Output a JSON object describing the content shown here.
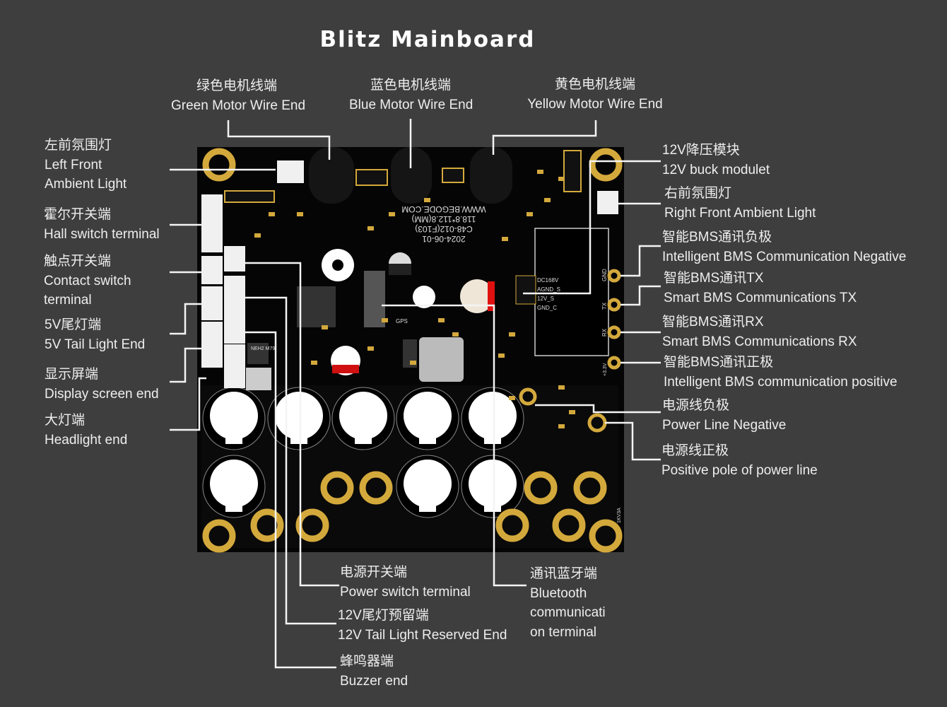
{
  "title": "Blitz Mainboard",
  "board": {
    "silkscreen": [
      "WWW.BEGODE.COM",
      "118.8*112.8(MM)",
      "C48-012(F103)",
      "2024-06-01"
    ],
    "pins": [
      "DC168V",
      "AGND_S",
      "12V_S",
      "GND_C"
    ],
    "pads": [
      "GND",
      "TX",
      "RX",
      "+3.3V"
    ],
    "misc": [
      "GPS",
      "NEH2 M79",
      "1KV3A"
    ]
  },
  "labels": {
    "top": [
      {
        "zh": "绿色电机线端",
        "en": "Green Motor Wire End"
      },
      {
        "zh": "蓝色电机线端",
        "en": "Blue Motor Wire End"
      },
      {
        "zh": "黄色电机线端",
        "en": "Yellow Motor Wire End"
      }
    ],
    "left": [
      {
        "zh": "左前氛围灯",
        "en1": "Left Front",
        "en2": "Ambient Light"
      },
      {
        "zh": "霍尔开关端",
        "en1": "Hall switch terminal"
      },
      {
        "zh": "触点开关端",
        "en1": "Contact switch",
        "en2": "terminal"
      },
      {
        "zh": "5V尾灯端",
        "en1": "5V Tail Light End"
      },
      {
        "zh": "显示屏端",
        "en1": "Display screen end"
      },
      {
        "zh": "大灯端",
        "en1": "Headlight end"
      }
    ],
    "right": [
      {
        "zh": "12V降压模块",
        "en": "12V buck modulet"
      },
      {
        "zh": "右前氛围灯",
        "en": "Right Front Ambient Light"
      },
      {
        "zh": "智能BMS通讯负极",
        "en": "Intelligent BMS Communication Negative"
      },
      {
        "zh": "智能BMS通讯TX",
        "en": "Smart BMS Communications TX"
      },
      {
        "zh": "智能BMS通讯RX",
        "en": "Smart BMS Communications RX"
      },
      {
        "zh": "智能BMS通讯正极",
        "en": "Intelligent BMS communication positive"
      },
      {
        "zh": "电源线负极",
        "en": "Power Line Negative"
      },
      {
        "zh": "电源线正极",
        "en": "Positive pole of power line"
      }
    ],
    "bottom": [
      {
        "zh": "电源开关端",
        "en": "Power switch terminal"
      },
      {
        "zh": "12V尾灯预留端",
        "en": "12V Tail Light Reserved End"
      },
      {
        "zh": "蜂鸣器端",
        "en": "Buzzer end"
      },
      {
        "zh": "通讯蓝牙端",
        "en1": "Bluetooth",
        "en2": "communicati",
        "en3": "on terminal"
      }
    ]
  }
}
